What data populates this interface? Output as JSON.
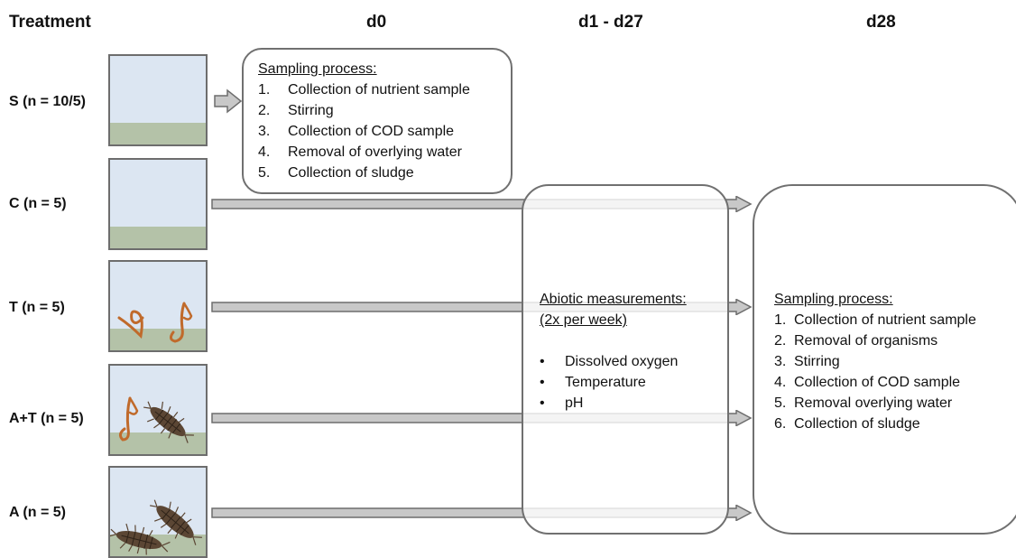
{
  "headers": {
    "treatment": "Treatment",
    "d0": "d0",
    "d1_d27": "d1 - d27",
    "d28": "d28"
  },
  "treatments": [
    {
      "label": "S (n = 10/5)",
      "organisms": "none"
    },
    {
      "label": "C (n = 5)",
      "organisms": "none"
    },
    {
      "label": "T (n = 5)",
      "organisms": "tubifex worms"
    },
    {
      "label": "A+T (n = 5)",
      "organisms": "tubifex worm + asellus"
    },
    {
      "label": "A (n = 5)",
      "organisms": "asellus"
    }
  ],
  "d0_box": {
    "title": "Sampling process:",
    "steps": [
      {
        "num": "1.",
        "text": "Collection of nutrient sample"
      },
      {
        "num": "2.",
        "text": "Stirring"
      },
      {
        "num": "3.",
        "text": "Collection of COD sample"
      },
      {
        "num": "4.",
        "text": "Removal of overlying water"
      },
      {
        "num": "5.",
        "text": "Collection of sludge"
      }
    ]
  },
  "abiotic_box": {
    "title_line1": "Abiotic measurements:",
    "title_line2": "(2x per week)",
    "bullet": "•",
    "items": [
      "Dissolved oxygen",
      "Temperature",
      "pH"
    ]
  },
  "d28_box": {
    "title": "Sampling process:",
    "steps": [
      {
        "num": "1.",
        "text": "Collection of nutrient sample"
      },
      {
        "num": "2.",
        "text": "Removal of organisms"
      },
      {
        "num": "3.",
        "text": "Stirring"
      },
      {
        "num": "4.",
        "text": "Collection of COD sample"
      },
      {
        "num": "5.",
        "text": "Removal overlying water"
      },
      {
        "num": "6.",
        "text": "Collection of sludge"
      }
    ]
  },
  "colors": {
    "water": "#dce6f2",
    "sediment": "#b4c2a8",
    "arrow_fill": "#c8c8c8",
    "arrow_stroke": "#6d6d6d",
    "box_stroke": "#707070",
    "worm": "#c06a2b",
    "isopod": "#5b4634"
  }
}
